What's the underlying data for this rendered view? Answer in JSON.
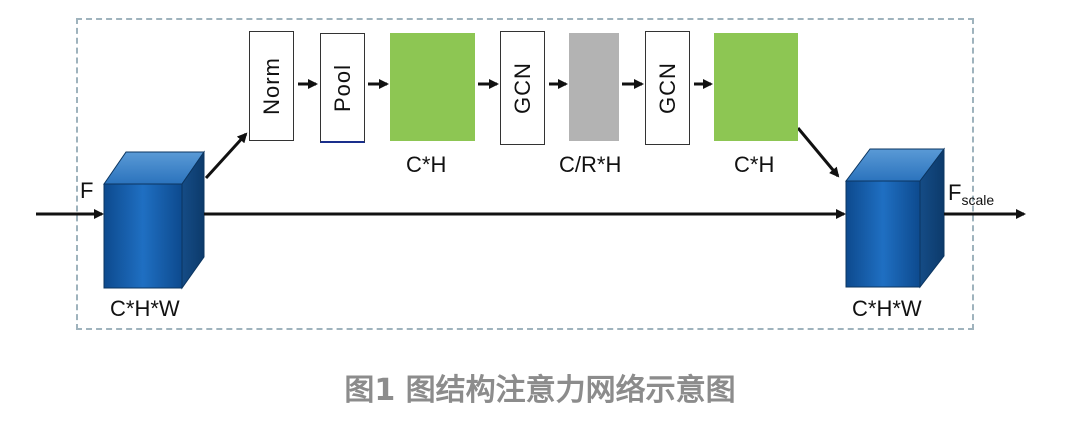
{
  "diagram": {
    "input_label": "F",
    "output_label_main": "F",
    "output_label_sub": "scale",
    "input_cube_label": "C*H*W",
    "output_cube_label": "C*H*W",
    "blocks": {
      "norm": "Norm",
      "pool": "Pool",
      "gcn1": "GCN",
      "gcn2": "GCN"
    },
    "feature_labels": {
      "first": "C*H",
      "middle": "C/R*H",
      "last": "C*H"
    },
    "colors": {
      "feature": "#8dc653",
      "reduced": "#b3b3b3",
      "cube_front": "#1a5fa8",
      "frame": "#9fb3bd"
    }
  },
  "caption": "图1 图结构注意力网络示意图"
}
